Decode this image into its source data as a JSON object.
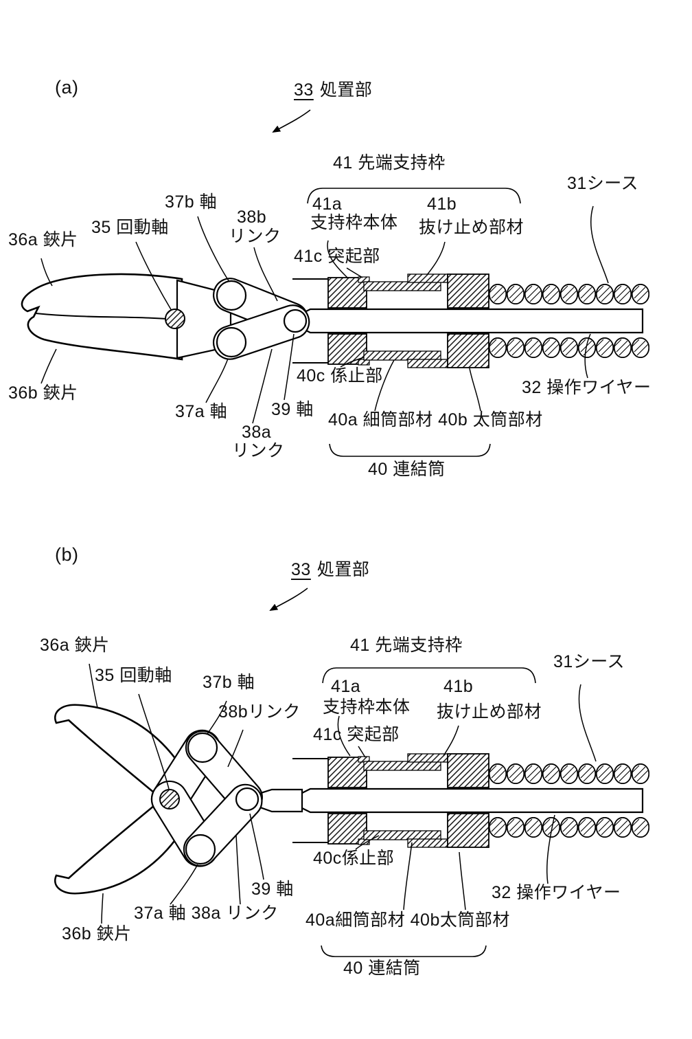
{
  "figure_type": "patent-mechanical-diagram",
  "panels": [
    {
      "tag": "(a)",
      "title": {
        "num": "33",
        "text": "処置部"
      },
      "labels": {
        "shaft_frame": "41  先端支持枠",
        "sheath": "31シース",
        "frame_body_num": "41a",
        "frame_body": "支持枠本体",
        "retainer_num": "41b",
        "retainer": "抜け止め部材",
        "axis_37b": "37b 軸",
        "link_38b_num": "38b",
        "link_38b": "リンク",
        "pivot": "35 回動軸",
        "jaw_a": "36a 鋏片",
        "protrusion": "41c 突起部",
        "jaw_b": "36b 鋏片",
        "lock": "40c 係止部",
        "wire": "32 操作ワイヤー",
        "axis_37a": "37a 軸",
        "axis_39": "39 軸",
        "tubes": "40a 細筒部材 40b 太筒部材",
        "link_38a_num": "38a",
        "link_38a": "リンク",
        "coupling": "40 連結筒"
      }
    },
    {
      "tag": "(b)",
      "title": {
        "num": "33",
        "text": "処置部"
      },
      "labels": {
        "jaw_a": "36a 鋏片",
        "pivot": "35 回動軸",
        "axis_37b": "37b 軸",
        "link_38b": "38bリンク",
        "shaft_frame": "41  先端支持枠",
        "sheath": "31シース",
        "frame_body_num": "41a",
        "frame_body": "支持枠本体",
        "retainer_num": "41b",
        "retainer": "抜け止め部材",
        "protrusion": "41c 突起部",
        "lock": "40c係止部",
        "wire": "32 操作ワイヤー",
        "axis_39": "39 軸",
        "axes_links": "37a 軸 38a リンク",
        "tubes": "40a細筒部材 40b太筒部材",
        "jaw_b": "36b 鋏片",
        "coupling": "40 連結筒"
      }
    }
  ]
}
